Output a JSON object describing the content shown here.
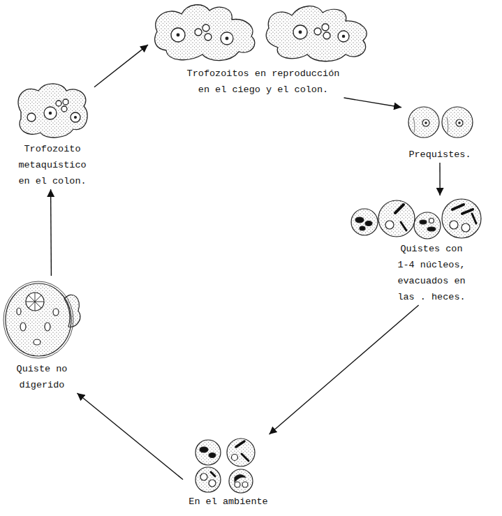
{
  "diagram": {
    "nodes": [
      {
        "text": [
          "Trofozoitos en reproducción en el ciego y el colon."
        ]
      },
      {
        "text": [
          "Prequistes."
        ]
      },
      {
        "text": [
          "Quistes con 1-4 núcleos, evacuados en las . heces."
        ]
      },
      {
        "text": [
          "En el ambiente"
        ]
      },
      {
        "text": [
          "Quiste no digerido"
        ]
      },
      {
        "text": [
          "Trofozoito metaquístico en el colon."
        ]
      }
    ],
    "edges": [
      {
        "from": 0,
        "to": 1,
        "arrow": "to"
      },
      {
        "from": 1,
        "to": 2,
        "arrow": "to"
      },
      {
        "from": 2,
        "to": 3,
        "arrow": "to"
      },
      {
        "from": 3,
        "to": 4,
        "arrow": "to"
      },
      {
        "from": 4,
        "to": 5,
        "arrow": "to"
      },
      {
        "from": 5,
        "to": 0,
        "arrow": "to"
      }
    ]
  }
}
